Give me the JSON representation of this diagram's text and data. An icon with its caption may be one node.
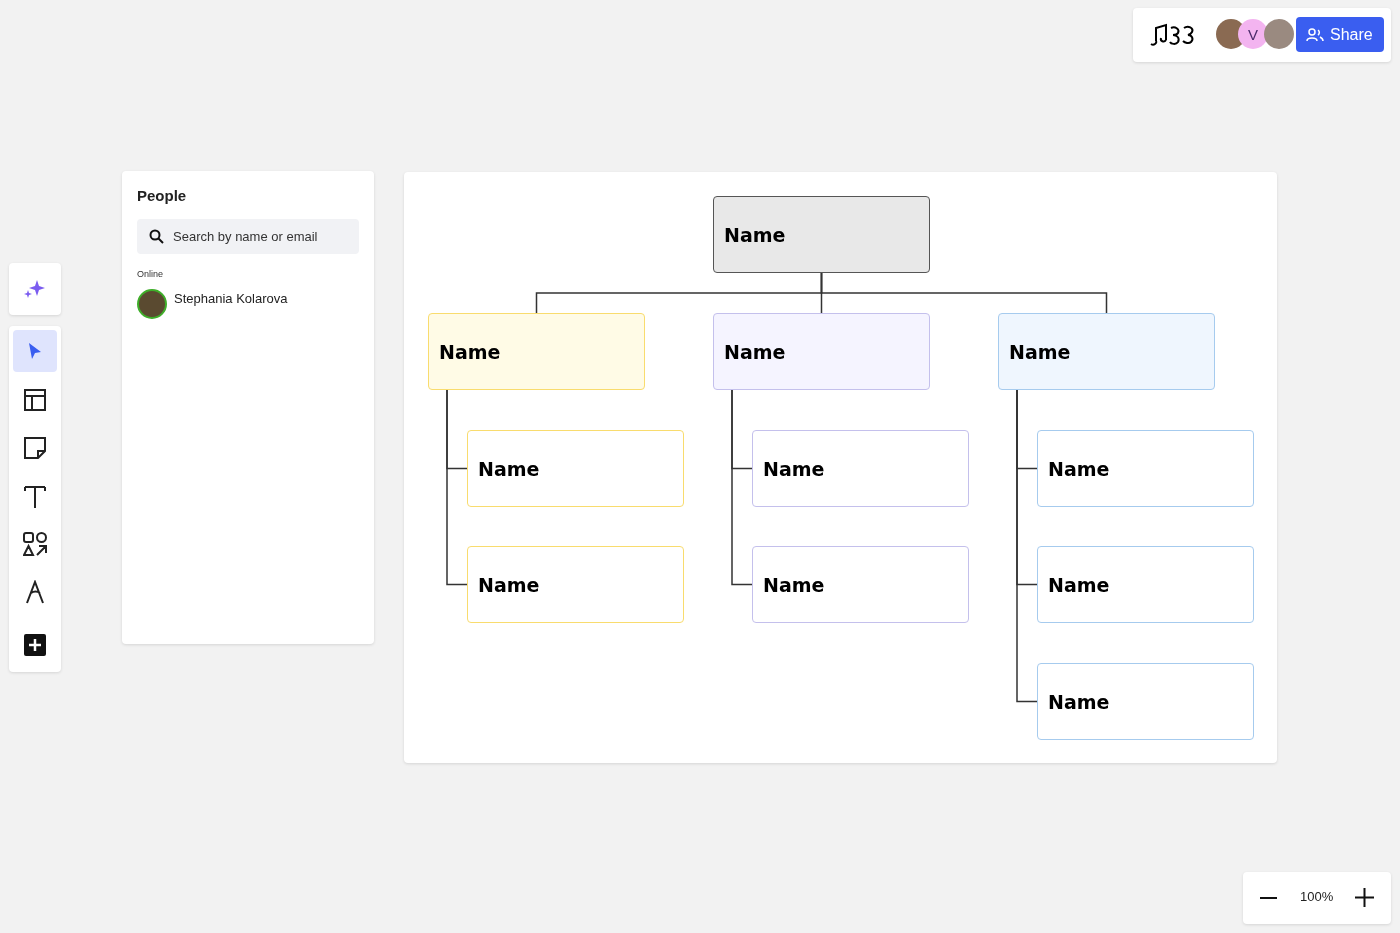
{
  "diagram": {
    "nodes": [
      {
        "text": [
          "Name"
        ]
      },
      {
        "text": [
          "Name"
        ]
      },
      {
        "text": [
          "Name"
        ]
      },
      {
        "text": [
          "Name"
        ]
      },
      {
        "text": [
          "Name"
        ]
      },
      {
        "text": [
          "Name"
        ]
      },
      {
        "text": [
          "Name"
        ]
      },
      {
        "text": [
          "Name"
        ]
      },
      {
        "text": [
          "Name"
        ]
      },
      {
        "text": [
          "Name"
        ]
      },
      {
        "text": [
          "Name"
        ]
      }
    ],
    "edges": [
      {
        "from": 0,
        "to": 1,
        "arrow": "none"
      },
      {
        "from": 0,
        "to": 2,
        "arrow": "none"
      },
      {
        "from": 0,
        "to": 3,
        "arrow": "none"
      },
      {
        "from": 1,
        "to": 4,
        "arrow": "none"
      },
      {
        "from": 1,
        "to": 5,
        "arrow": "none"
      },
      {
        "from": 2,
        "to": 6,
        "arrow": "none"
      },
      {
        "from": 2,
        "to": 7,
        "arrow": "none"
      },
      {
        "from": 3,
        "to": 8,
        "arrow": "none"
      },
      {
        "from": 3,
        "to": 9,
        "arrow": "none"
      },
      {
        "from": 3,
        "to": 10,
        "arrow": "none"
      }
    ],
    "labels": [
      "V",
      "Share",
      "People",
      "Search by name or email",
      "Online",
      "Stephania Kolarova",
      "100%"
    ]
  }
}
